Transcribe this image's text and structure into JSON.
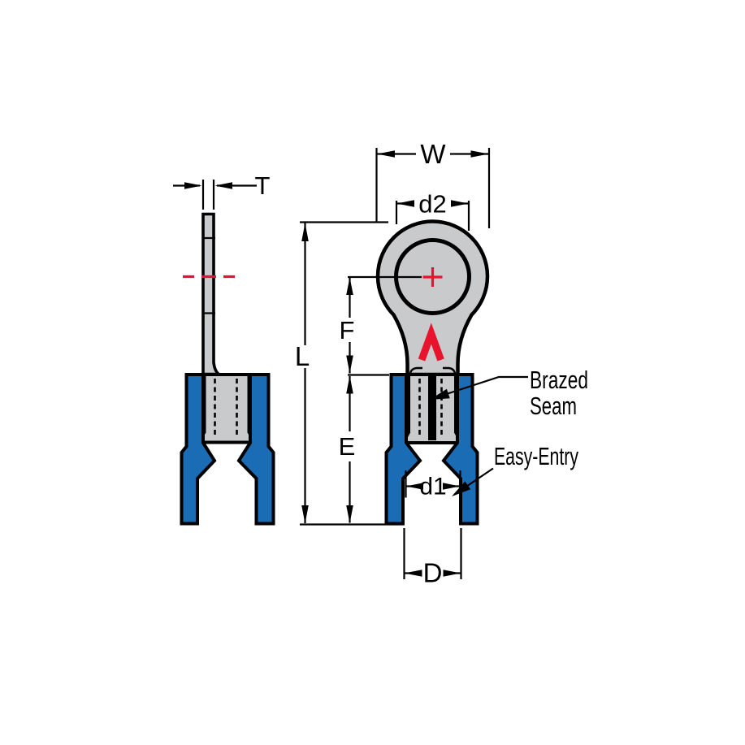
{
  "colors": {
    "background": "#ffffff",
    "insulation_blue": "#1a6cb4",
    "metal_gray": "#c9cacb",
    "outline": "#000000",
    "accent_red": "#e8142e"
  },
  "dimension_labels": {
    "ring_width": "W",
    "hole_diameter": "d2",
    "tongue_thickness": "T",
    "overall_length": "L",
    "hole_center_to_insulation": "F",
    "insulation_length": "E",
    "funnel_inner_diameter": "d1",
    "wire_entry_diameter": "D"
  },
  "callouts": {
    "brazed_seam_line1": "Brazed",
    "brazed_seam_line2": "Seam",
    "easy_entry": "Easy-Entry"
  }
}
